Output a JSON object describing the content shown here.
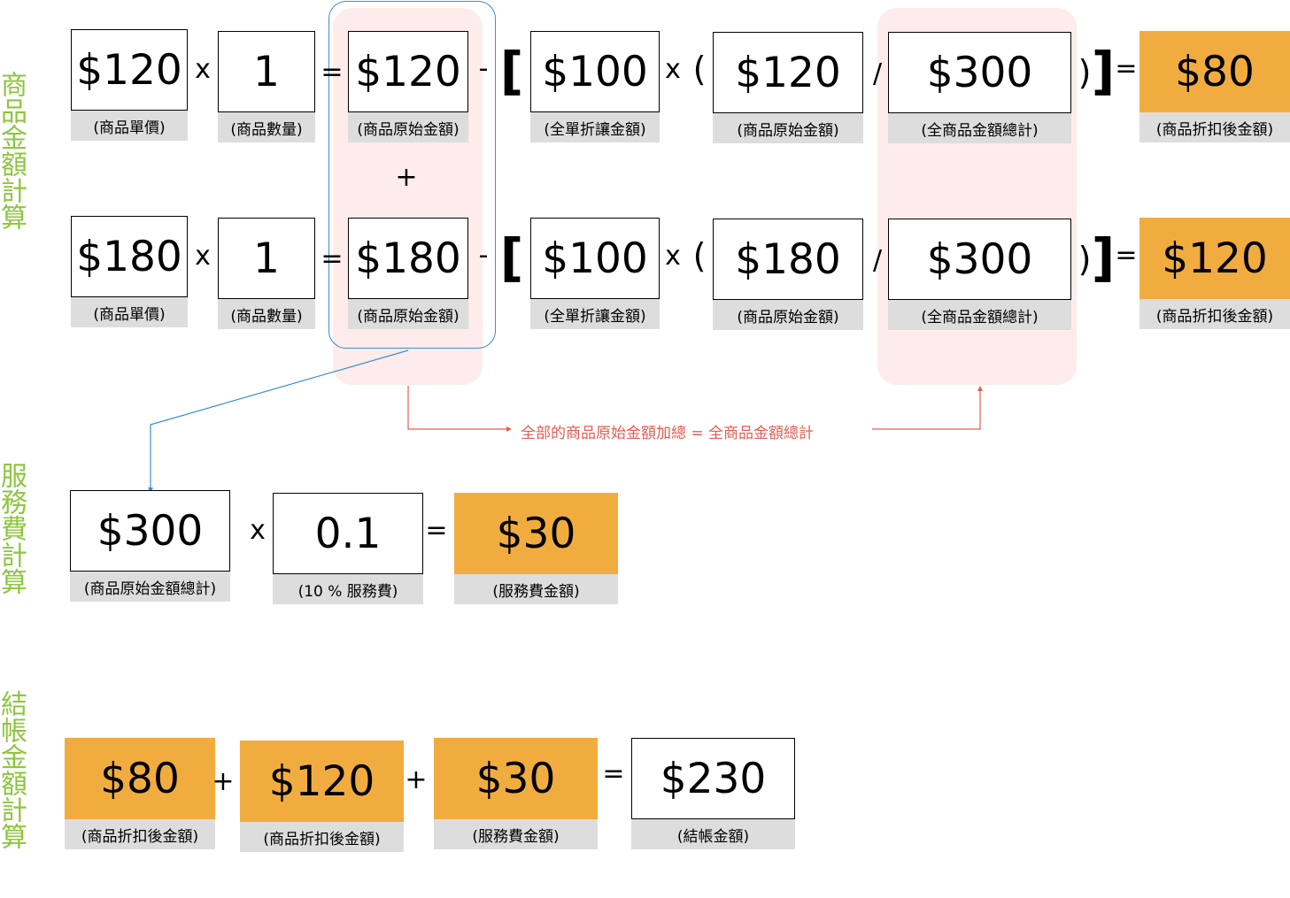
{
  "section_titles": {
    "item_amount": "商品金額計算",
    "service_fee": "服務費計算",
    "checkout": "結帳金額計算"
  },
  "operators": {
    "times": "x",
    "equals": "=",
    "minus": "-",
    "plus": "+",
    "divide": "/",
    "open_bracket": "[",
    "close_bracket": "]",
    "open_paren": "(",
    "close_paren": ")"
  },
  "row1": {
    "unit_price": {
      "value": "$120",
      "label": "(商品單價)"
    },
    "quantity": {
      "value": "1",
      "label": "(商品數量)"
    },
    "original_amount": {
      "value": "$120",
      "label": "(商品原始金額)"
    },
    "order_discount": {
      "value": "$100",
      "label": "(全單折讓金額)"
    },
    "original_amount_ref": {
      "value": "$120",
      "label": "(商品原始金額)"
    },
    "total_original": {
      "value": "$300",
      "label": "(全商品金額總計)"
    },
    "discounted_amount": {
      "value": "$80",
      "label": "(商品折扣後金額)"
    }
  },
  "row2": {
    "unit_price": {
      "value": "$180",
      "label": "(商品單價)"
    },
    "quantity": {
      "value": "1",
      "label": "(商品數量)"
    },
    "original_amount": {
      "value": "$180",
      "label": "(商品原始金額)"
    },
    "order_discount": {
      "value": "$100",
      "label": "(全單折讓金額)"
    },
    "original_amount_ref": {
      "value": "$180",
      "label": "(商品原始金額)"
    },
    "total_original": {
      "value": "$300",
      "label": "(全商品金額總計)"
    },
    "discounted_amount": {
      "value": "$120",
      "label": "(商品折扣後金額)"
    }
  },
  "sum_note": "全部的商品原始金額加總 = 全商品金額總計",
  "service": {
    "total_original": {
      "value": "$300",
      "label": "(商品原始金額總計)"
    },
    "rate": {
      "value": "0.1",
      "label": "(10 % 服務費)"
    },
    "fee": {
      "value": "$30",
      "label": "(服務費金額)"
    }
  },
  "checkout": {
    "item1": {
      "value": "$80",
      "label": "(商品折扣後金額)"
    },
    "item2": {
      "value": "$120",
      "label": "(商品折扣後金額)"
    },
    "fee": {
      "value": "$30",
      "label": "(服務費金額)"
    },
    "total": {
      "value": "$230",
      "label": "(結帳金額)"
    }
  },
  "colors": {
    "result_fill": "#f1ac40",
    "label_fill": "#dddddd",
    "highlight": "#fdeceb",
    "connector_blue": "#3b8fd4",
    "note_red": "#e45d50",
    "title_green": "#8dc63f"
  }
}
